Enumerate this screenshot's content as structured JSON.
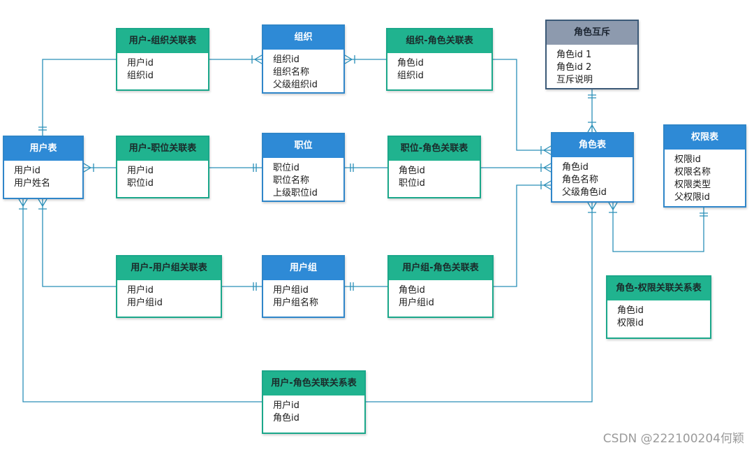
{
  "entities": {
    "user_org": {
      "title": "用户-组织关联表",
      "fields": [
        "用户id",
        "组织id"
      ]
    },
    "org": {
      "title": "组织",
      "fields": [
        "组织id",
        "组织名称",
        "父级组织id"
      ]
    },
    "org_role": {
      "title": "组织-角色关联表",
      "fields": [
        "角色id",
        "组织id"
      ]
    },
    "role_mutex": {
      "title": "角色互斥",
      "fields": [
        "角色id 1",
        "角色id 2",
        "互斥说明"
      ]
    },
    "user": {
      "title": "用户表",
      "fields": [
        "用户id",
        "用户姓名"
      ]
    },
    "user_pos": {
      "title": "用户-职位关联表",
      "fields": [
        "用户id",
        "职位id"
      ]
    },
    "pos": {
      "title": "职位",
      "fields": [
        "职位id",
        "职位名称",
        "上级职位id"
      ]
    },
    "pos_role": {
      "title": "职位-角色关联表",
      "fields": [
        "角色id",
        "职位id"
      ]
    },
    "role": {
      "title": "角色表",
      "fields": [
        "角色id",
        "角色名称",
        "父级角色id"
      ]
    },
    "perm": {
      "title": "权限表",
      "fields": [
        "权限id",
        "权限名称",
        "权限类型",
        "父权限id"
      ]
    },
    "user_group_rel": {
      "title": "用户-用户组关联表",
      "fields": [
        "用户id",
        "用户组id"
      ]
    },
    "group": {
      "title": "用户组",
      "fields": [
        "用户组id",
        "用户组名称"
      ]
    },
    "group_role": {
      "title": "用户组-角色关联表",
      "fields": [
        "角色id",
        "用户组id"
      ]
    },
    "role_perm": {
      "title": "角色-权限关联关系表",
      "fields": [
        "角色id",
        "权限id"
      ]
    },
    "user_role": {
      "title": "用户-角色关联关系表",
      "fields": [
        "用户id",
        "角色id"
      ]
    }
  },
  "watermark": "CSDN @222100204何颖",
  "colors": {
    "blue_header": "#2e8ad6",
    "green_header": "#20b38f",
    "gray_header": "#8d9aae",
    "line": "#2a8fb8"
  }
}
